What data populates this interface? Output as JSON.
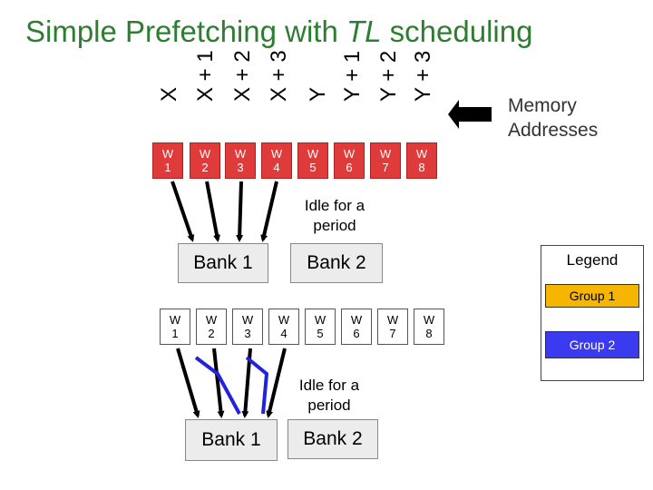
{
  "title": {
    "prefix": "Simple Prefetching with ",
    "italic": "TL",
    "suffix": " scheduling"
  },
  "addresses": [
    "X",
    "X + 1",
    "X + 2",
    "X + 3",
    "Y",
    "Y + 1",
    "Y + 2",
    "Y + 3"
  ],
  "memory_label": [
    "Memory",
    "Addresses"
  ],
  "row1_words": [
    {
      "w": "W",
      "n": "1"
    },
    {
      "w": "W",
      "n": "2"
    },
    {
      "w": "W",
      "n": "3"
    },
    {
      "w": "W",
      "n": "4"
    },
    {
      "w": "W",
      "n": "5"
    },
    {
      "w": "W",
      "n": "6"
    },
    {
      "w": "W",
      "n": "7"
    },
    {
      "w": "W",
      "n": "8"
    }
  ],
  "row2_words": [
    {
      "w": "W",
      "n": "1"
    },
    {
      "w": "W",
      "n": "2"
    },
    {
      "w": "W",
      "n": "3"
    },
    {
      "w": "W",
      "n": "4"
    },
    {
      "w": "W",
      "n": "5"
    },
    {
      "w": "W",
      "n": "6"
    },
    {
      "w": "W",
      "n": "7"
    },
    {
      "w": "W",
      "n": "8"
    }
  ],
  "idle_1": [
    "Idle for a",
    "period"
  ],
  "idle_2": [
    "Idle for a",
    "period"
  ],
  "bank_1": "Bank 1",
  "bank_2": "Bank 2",
  "legend": {
    "title": "Legend",
    "group1": "Group 1",
    "group2": "Group 2"
  },
  "colors": {
    "group1": "#f6b500",
    "group2": "#3a3af0",
    "arrow_black": "#000000",
    "word_red": "#e03b3b"
  }
}
